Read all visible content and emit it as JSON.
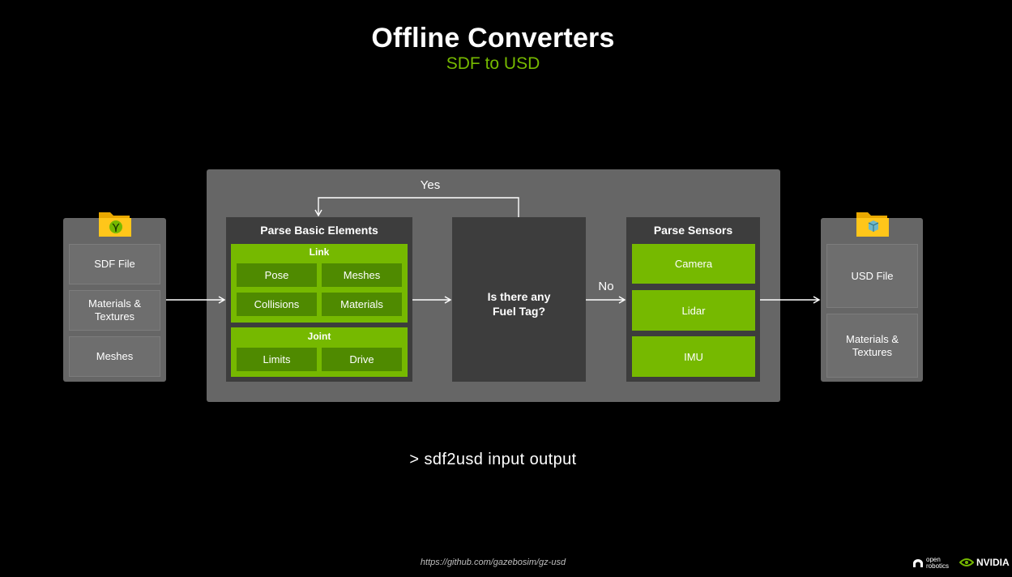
{
  "header": {
    "title": "Offline Converters",
    "subtitle": "SDF to USD"
  },
  "input": {
    "items": [
      "SDF File",
      "Materials &\nTextures",
      "Meshes"
    ]
  },
  "parse_basic": {
    "title": "Parse Basic Elements",
    "link": {
      "label": "Link",
      "items": [
        "Pose",
        "Meshes",
        "Collisions",
        "Materials"
      ]
    },
    "joint": {
      "label": "Joint",
      "items": [
        "Limits",
        "Drive"
      ]
    }
  },
  "decision": {
    "question": "Is there any\nFuel Tag?",
    "yes_label": "Yes",
    "no_label": "No"
  },
  "parse_sensors": {
    "title": "Parse Sensors",
    "items": [
      "Camera",
      "Lidar",
      "IMU"
    ]
  },
  "output": {
    "items": [
      "USD File",
      "Materials &\nTextures"
    ]
  },
  "command": "> sdf2usd input output",
  "footer": {
    "url": "https://github.com/gazebosim/gz-usd",
    "logo_open_robotics": "open\nrobotics",
    "logo_nvidia": "NVIDIA"
  },
  "colors": {
    "accent_green": "#76b900",
    "dark_green": "#4f8a00",
    "panel": "#666666",
    "dark_box": "#3d3d3d"
  }
}
